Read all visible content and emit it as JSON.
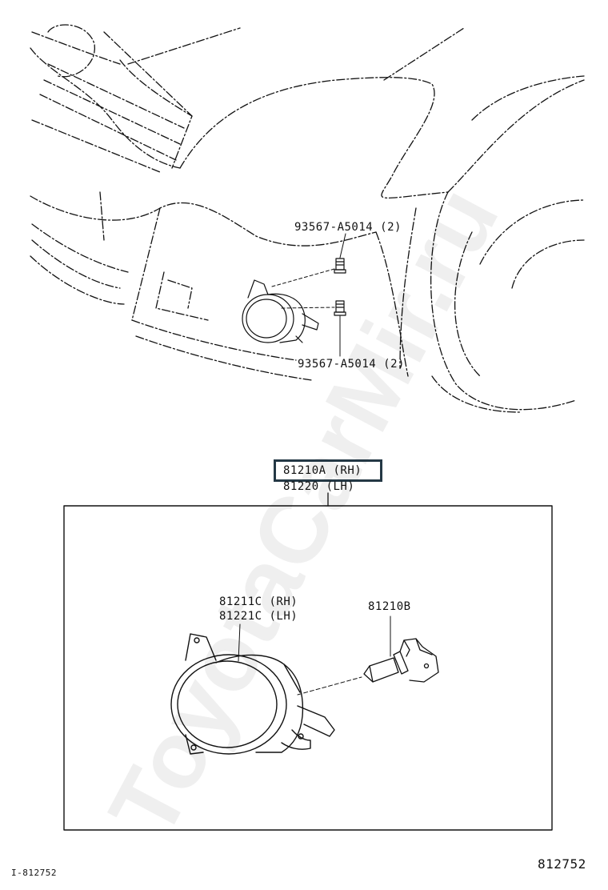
{
  "watermark": "ToyotaCarMir.ru",
  "callouts": {
    "bolt_upper": "93567-A5014 (2)",
    "bolt_lower": "93567-A5014 (2)",
    "assembly_rh": "81210A (RH)",
    "assembly_lh": "81220  (LH)",
    "unit_rh": "81211C (RH)",
    "unit_lh": "81221C (LH)",
    "bulb": "81210B"
  },
  "footer": {
    "left_code": "I-812752",
    "right_code": "812752"
  },
  "colors": {
    "line": "#111111",
    "highlight": "#243845"
  }
}
